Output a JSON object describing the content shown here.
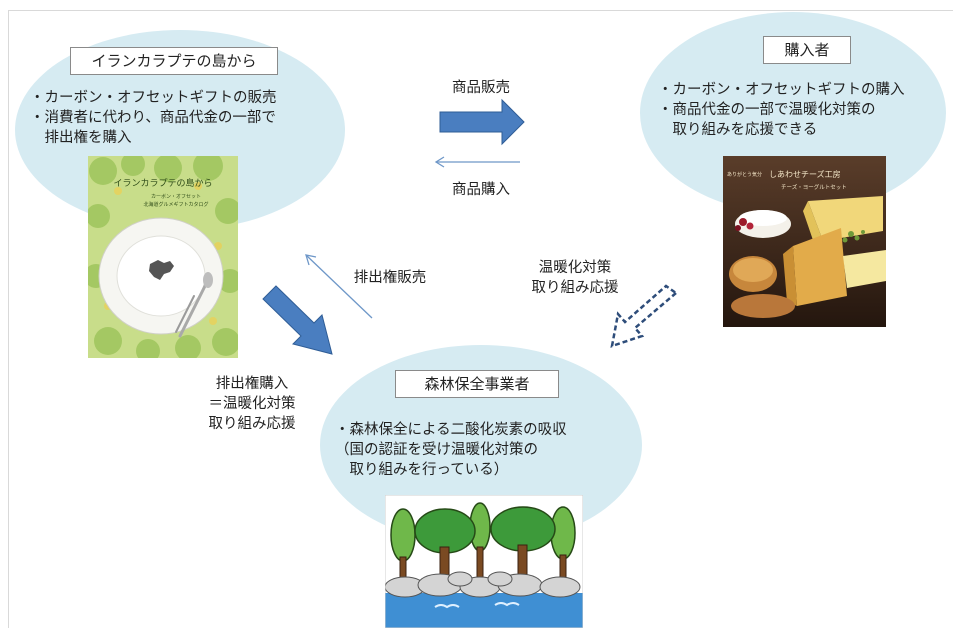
{
  "seller": {
    "title": "イランカラプテの島から",
    "bullets": [
      "・カーボン・オフセットギフトの販売",
      "・消費者に代わり、商品代金の一部で",
      "　排出権を購入"
    ],
    "catalog": {
      "title": "イランカラプテの島から",
      "sub1": "カーボン・オフセット",
      "sub2": "北海道グルメギフトカタログ"
    }
  },
  "buyer": {
    "title": "購入者",
    "bullets": [
      "・カーボン・オフセットギフトの購入",
      "・商品代金の一部で温暖化対策の",
      "　取り組みを応援できる"
    ],
    "product": {
      "line1": "ありがとう気分",
      "line2": "しあわせチーズ工房",
      "line3": "チーズ・ヨーグルトセット"
    }
  },
  "forest": {
    "title": "森林保全事業者",
    "bullets": [
      "・森林保全による二酸化炭素の吸収",
      "（国の認証を受け温暖化対策の",
      "　取り組みを行っている）"
    ]
  },
  "arrows": {
    "sale": "商品販売",
    "purchase": "商品購入",
    "credit_sale": "排出権販売",
    "credit_purchase": [
      "排出権購入",
      "＝温暖化対策",
      "取り組み応援"
    ],
    "support": [
      "温暖化対策",
      "取り組み応援"
    ]
  },
  "colors": {
    "ellipse": "#d6ebf2",
    "arrow_fill": "#4a7ec0",
    "arrow_line": "#6e97c8",
    "dashed": "#2e4d7a"
  }
}
